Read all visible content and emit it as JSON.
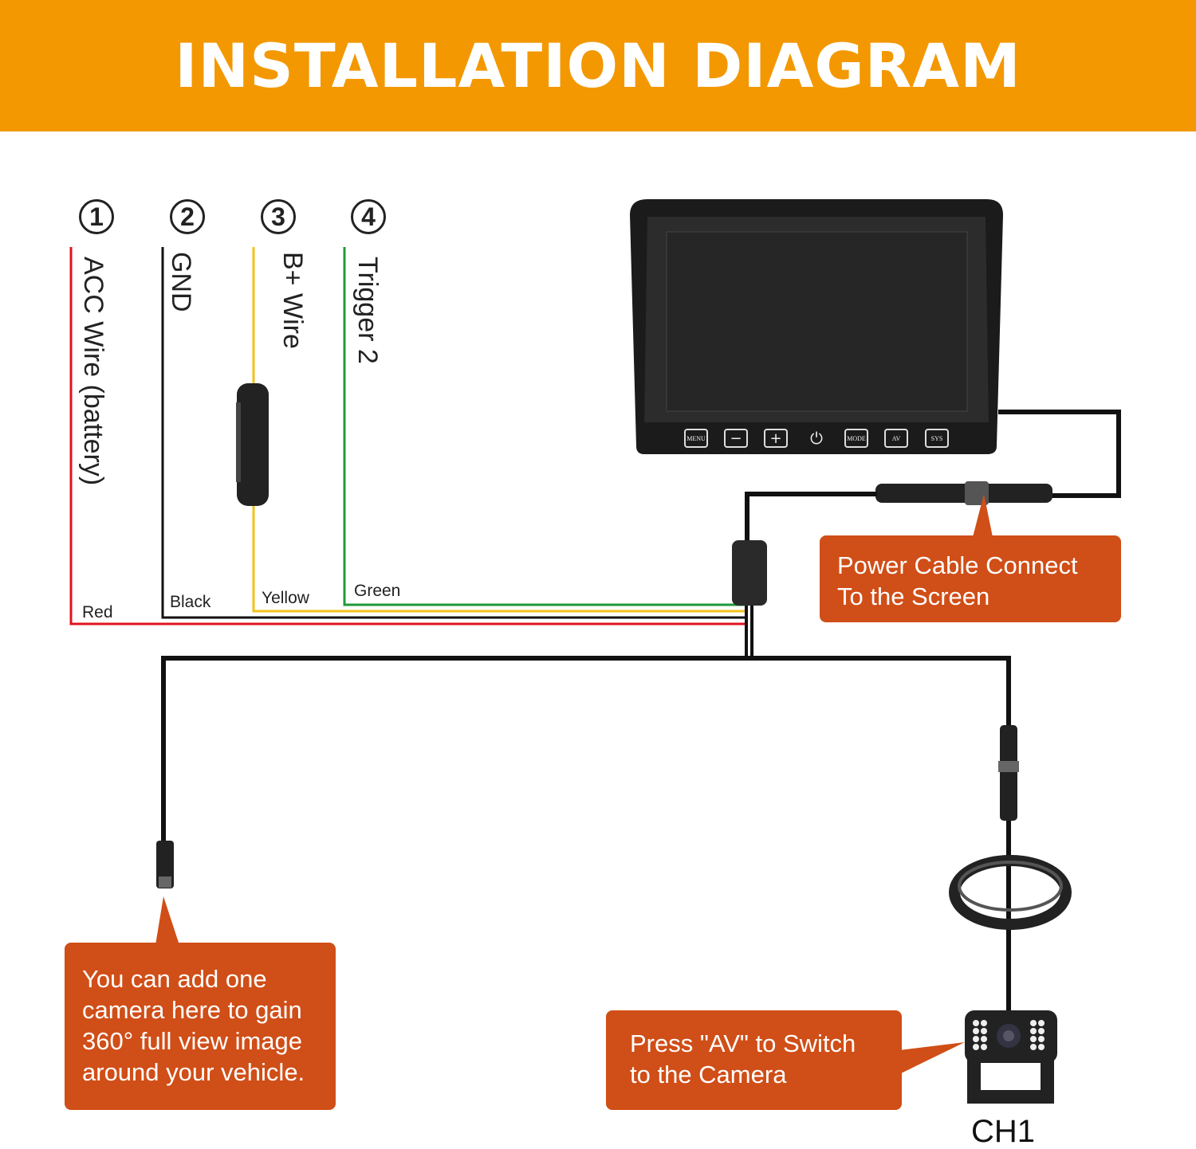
{
  "title": "INSTALLATION DIAGRAM",
  "wires": [
    {
      "num": "1",
      "label": "ACC Wire  (battery)",
      "color_name": "Red",
      "color": "#E0141E"
    },
    {
      "num": "2",
      "label": "GND",
      "color_name": "Black",
      "color": "#111111"
    },
    {
      "num": "3",
      "label": "B+ Wire",
      "color_name": "Yellow",
      "color": "#F2C21B"
    },
    {
      "num": "4",
      "label": "Trigger  2",
      "color_name": "Green",
      "color": "#1E9A3A"
    }
  ],
  "monitor_buttons": [
    "MENU",
    "−",
    "+",
    "⏻",
    "MODE",
    "AV",
    "SYS"
  ],
  "callouts": {
    "power": "Power Cable Connect To the Screen",
    "add_camera": "You can add one camera here to gain 360° full view image around your vehicle.",
    "press_av": "Press \"AV\" to Switch to the Camera"
  },
  "camera_label": "CH1",
  "accent": "#F39800",
  "callout_color": "#D04E17"
}
